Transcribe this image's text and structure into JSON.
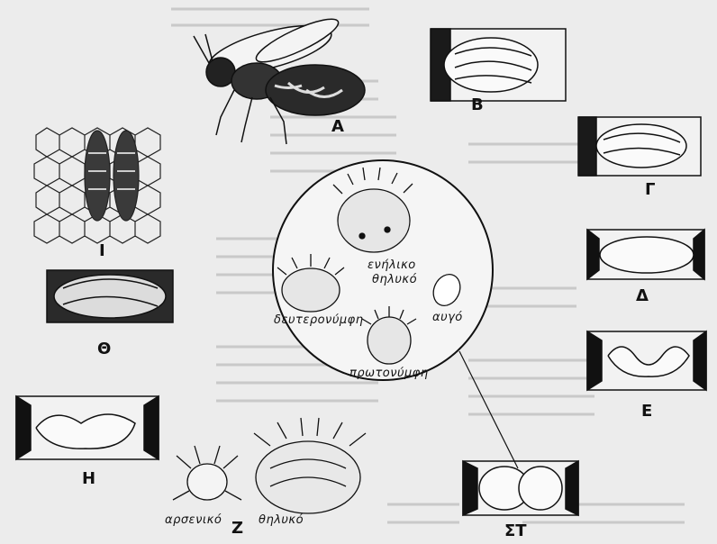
{
  "figure_labels": {
    "A": "Α",
    "B": "Β",
    "G": "Γ",
    "D": "Δ",
    "E": "Ε",
    "ST": "ΣΤ",
    "Z": "Ζ",
    "H": "Η",
    "TH": "Θ",
    "I": "Ι"
  },
  "circle_labels": {
    "adult_female_1": "ενήλικο",
    "adult_female_2": "θηλυκό",
    "egg": "αυγό",
    "deutonymph": "δευτερονύμφη",
    "protonymph": "πρωτονύμφη"
  },
  "bottom_labels": {
    "male": "αρσενικό",
    "female": "θηλυκό"
  },
  "colors": {
    "ink": "#111111",
    "paper": "#ececec",
    "faded_text": "#c9c9c9"
  }
}
